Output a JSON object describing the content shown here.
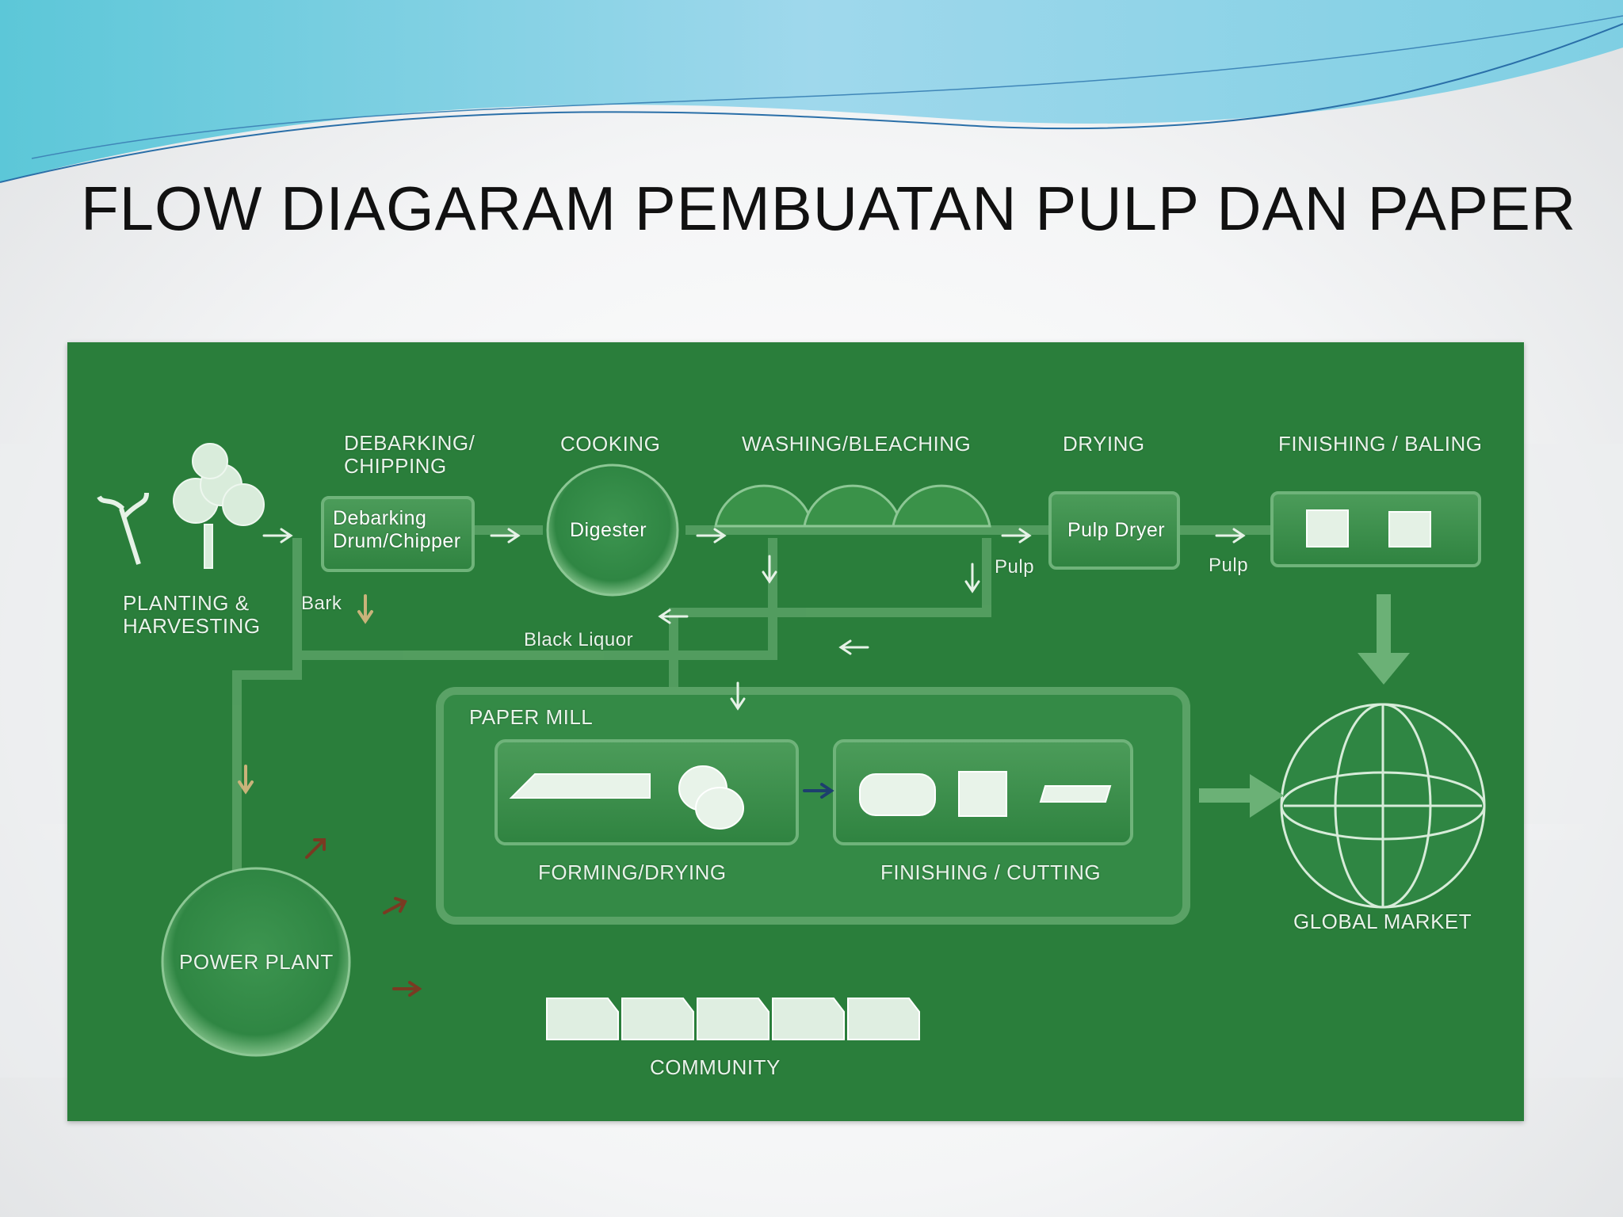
{
  "slide": {
    "title": "FLOW DIAGARAM PEMBUATAN PULP DAN PAPER"
  },
  "diagram": {
    "stages": {
      "debarking": "DEBARKING/\nCHIPPING",
      "cooking": "COOKING",
      "washing": "WASHING/BLEACHING",
      "drying": "DRYING",
      "finishing_baling": "FINISHING / BALING"
    },
    "units": {
      "debarking_drum": "Debarking\nDrum/Chipper",
      "digester": "Digester",
      "pulp_dryer": "Pulp Dryer"
    },
    "flows": {
      "bark": "Bark",
      "black_liquor": "Black Liquor",
      "pulp_1": "Pulp",
      "pulp_2": "Pulp"
    },
    "nodes": {
      "planting": "PLANTING &\nHARVESTING",
      "paper_mill": "PAPER MILL",
      "forming_drying": "FORMING/DRYING",
      "finishing_cutting": "FINISHING / CUTTING",
      "global_market": "GLOBAL MARKET",
      "power_plant": "POWER PLANT",
      "community": "COMMUNITY"
    },
    "colors": {
      "background": "#2a7e3b",
      "pipe": "#5aa266",
      "label": "#e9f3ea",
      "arrow_tan": "#c9b37a",
      "arrow_navy": "#1d3f6e",
      "arrow_brown": "#7a3a22"
    }
  }
}
